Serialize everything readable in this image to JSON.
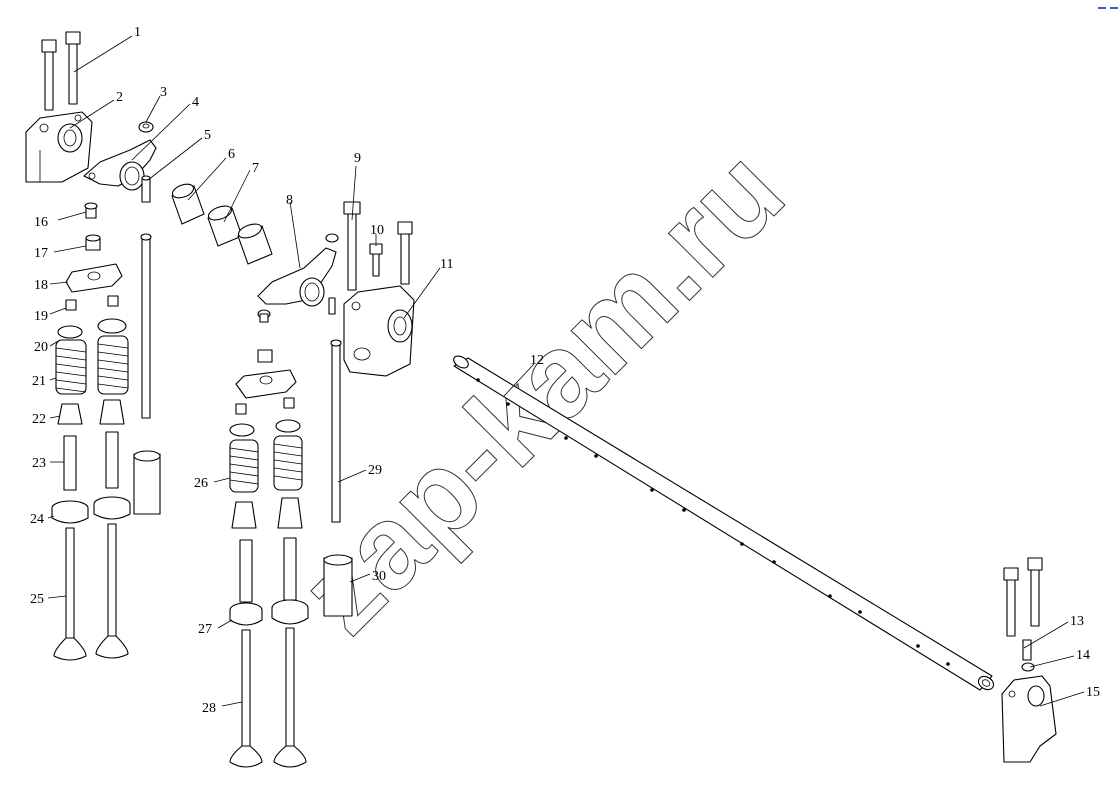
{
  "watermark": "zap-kam.ru",
  "callouts": [
    "1",
    "2",
    "3",
    "4",
    "5",
    "6",
    "7",
    "8",
    "9",
    "10",
    "11",
    "12",
    "13",
    "14",
    "15",
    "16",
    "17",
    "18",
    "19",
    "20",
    "21",
    "22",
    "23",
    "24",
    "25",
    "26",
    "27",
    "28",
    "29",
    "30"
  ],
  "corner_mark_color": "#3b57c9"
}
